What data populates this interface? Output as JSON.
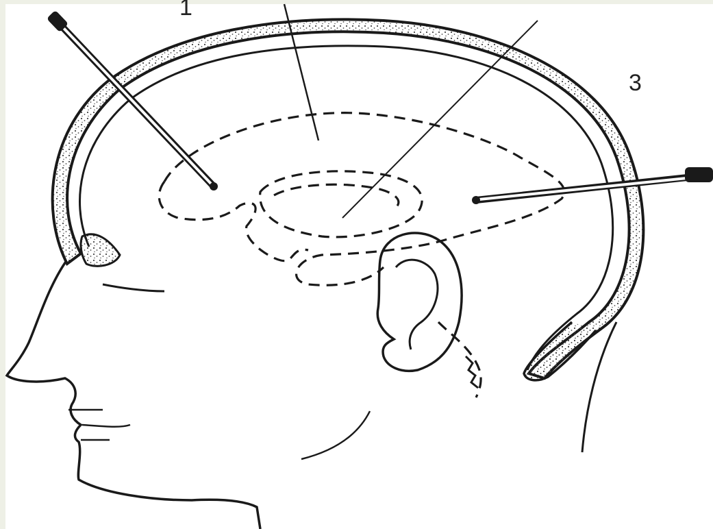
{
  "diagram": {
    "labels": {
      "label_1": "1",
      "label_2": "",
      "label_3": "3"
    },
    "colors": {
      "page_background": "#eef0e6",
      "ink": "#1a1a1a",
      "skull_fill": "#ffffff",
      "stipple": "#444444"
    },
    "elements": [
      "head-outline",
      "skull-layer",
      "ear",
      "lateral-ventricle-dashed-outline",
      "needle-frontal",
      "needle-occipital",
      "leader-line-1",
      "leader-line-2"
    ]
  }
}
